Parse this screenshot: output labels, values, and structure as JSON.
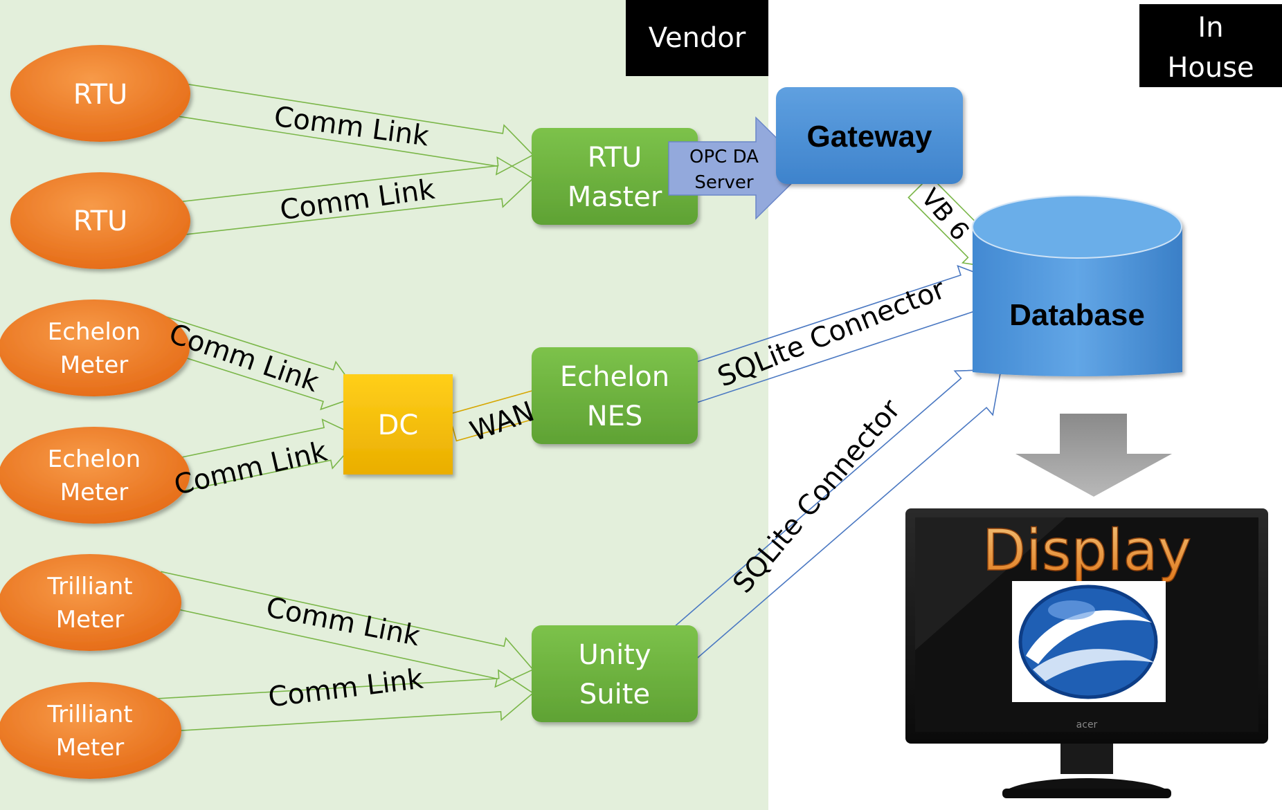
{
  "zones": {
    "vendor": "Vendor",
    "in_house": [
      "In",
      "House"
    ]
  },
  "sources": [
    {
      "id": "rtu1",
      "lines": [
        "RTU"
      ]
    },
    {
      "id": "rtu2",
      "lines": [
        "RTU"
      ]
    },
    {
      "id": "ech1",
      "lines": [
        "Echelon",
        "Meter"
      ]
    },
    {
      "id": "ech2",
      "lines": [
        "Echelon",
        "Meter"
      ]
    },
    {
      "id": "tri1",
      "lines": [
        "Trilliant",
        "Meter"
      ]
    },
    {
      "id": "tri2",
      "lines": [
        "Trilliant",
        "Meter"
      ]
    }
  ],
  "nodes": {
    "dc": "DC",
    "rtu_master": [
      "RTU",
      "Master"
    ],
    "echelon_nes": [
      "Echelon",
      "NES"
    ],
    "unity_suite": [
      "Unity",
      "Suite"
    ],
    "gateway": "Gateway",
    "database": "Database",
    "display": "Display"
  },
  "links": {
    "comm_link": "Comm Link",
    "wan": "WAN",
    "opc": [
      "OPC DA",
      "Server"
    ],
    "vb6": "VB 6",
    "sqlite": "SQLite Connector"
  },
  "colors": {
    "vendor_bg": "#e3efdb",
    "source_fill": "#f07c27",
    "process_fill": "#6db33f",
    "dc_fill": "#fbbf0c",
    "blue_fill": "#4f93d8",
    "opc_fill": "#93a9dc",
    "label_box": "#000000"
  },
  "icons": {
    "display_logo": "globe-swirl-icon",
    "down_arrow": "down-arrow-icon"
  }
}
